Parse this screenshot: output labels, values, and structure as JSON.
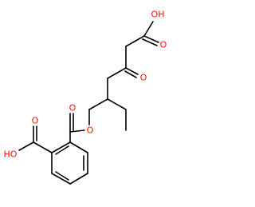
{
  "molecule": {
    "labels": {
      "top_acid_oh": "OH",
      "top_acid_o": "O",
      "ketone_o": "O",
      "ester_o": "O",
      "carbonyl_o": "O",
      "ring_acid_o": "O",
      "ring_acid_ho": "HO"
    },
    "colors": {
      "oxygen": "#ff0d0d",
      "carbon": "#000000"
    }
  }
}
